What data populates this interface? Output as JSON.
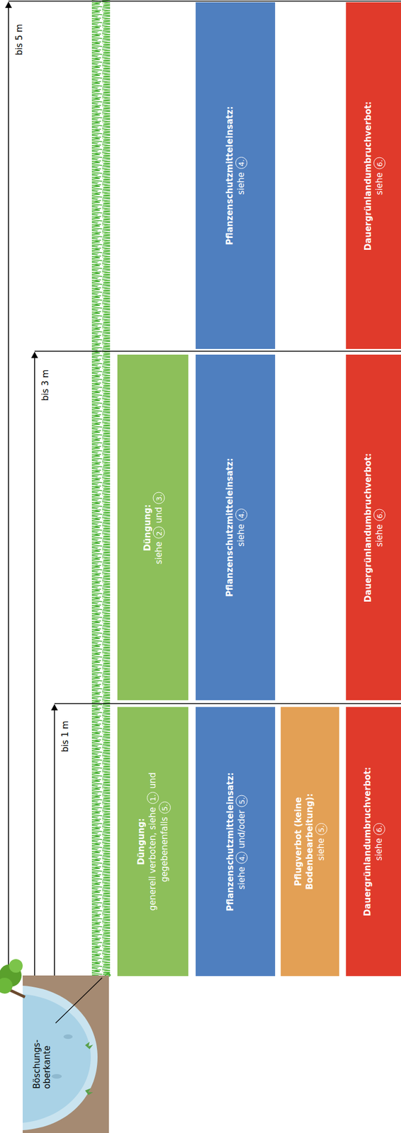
{
  "diagram": {
    "nodes": [
      {
        "text": [
          "Düngung:",
          "generell verboten, siehe 1. und gegebenenfalls 5."
        ]
      },
      {
        "text": [
          "Pflanzenschutzmitteleinsatz:",
          "siehe 4. und/oder 5."
        ]
      },
      {
        "text": [
          "Pflugverbot (keine Bodenbearbeitung):",
          "siehe 5."
        ]
      },
      {
        "text": [
          "Dauergrünlandumbruchverbot:",
          "siehe 6."
        ]
      },
      {
        "text": [
          "Düngung:",
          "siehe 2. und 3."
        ]
      },
      {
        "text": [
          "Pflanzenschutzmitteleinsatz:",
          "siehe 4."
        ]
      },
      {
        "text": [
          "Dauergrünlandumbruchverbot:",
          "siehe 6."
        ]
      },
      {
        "text": [
          "Pflanzenschutzmitteleinsatz:",
          "siehe 4."
        ]
      },
      {
        "text": [
          "Dauergrünlandumbruchverbot:",
          "siehe 6."
        ]
      }
    ],
    "labels": [
      "bis 5 m",
      "bis 3 m",
      "bis 1 m",
      "Böschungs- oberkante"
    ]
  }
}
